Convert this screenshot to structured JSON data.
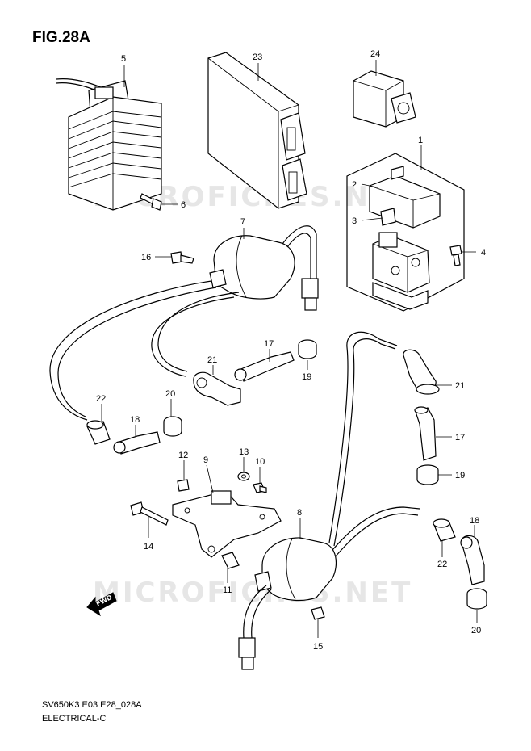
{
  "figure": {
    "title": "FIG.28A",
    "model_code": "SV650K3 E03 E28_028A",
    "section": "ELECTRICAL-C",
    "watermark": "MICROFICHES.NET",
    "fwd_label": "FWD"
  },
  "callouts": [
    {
      "id": "c5",
      "label": "5"
    },
    {
      "id": "c23",
      "label": "23"
    },
    {
      "id": "c24",
      "label": "24"
    },
    {
      "id": "c1",
      "label": "1"
    },
    {
      "id": "c2",
      "label": "2"
    },
    {
      "id": "c3",
      "label": "3"
    },
    {
      "id": "c4",
      "label": "4"
    },
    {
      "id": "c6",
      "label": "6"
    },
    {
      "id": "c7",
      "label": "7"
    },
    {
      "id": "c16",
      "label": "16"
    },
    {
      "id": "c21a",
      "label": "21"
    },
    {
      "id": "c17a",
      "label": "17"
    },
    {
      "id": "c19a",
      "label": "19"
    },
    {
      "id": "c22a",
      "label": "22"
    },
    {
      "id": "c20a",
      "label": "20"
    },
    {
      "id": "c18a",
      "label": "18"
    },
    {
      "id": "c21b",
      "label": "21"
    },
    {
      "id": "c17b",
      "label": "17"
    },
    {
      "id": "c19b",
      "label": "19"
    },
    {
      "id": "c12",
      "label": "12"
    },
    {
      "id": "c9",
      "label": "9"
    },
    {
      "id": "c13",
      "label": "13"
    },
    {
      "id": "c10",
      "label": "10"
    },
    {
      "id": "c14",
      "label": "14"
    },
    {
      "id": "c8",
      "label": "8"
    },
    {
      "id": "c11",
      "label": "11"
    },
    {
      "id": "c15",
      "label": "15"
    },
    {
      "id": "c18b",
      "label": "18"
    },
    {
      "id": "c22b",
      "label": "22"
    },
    {
      "id": "c20b",
      "label": "20"
    }
  ]
}
